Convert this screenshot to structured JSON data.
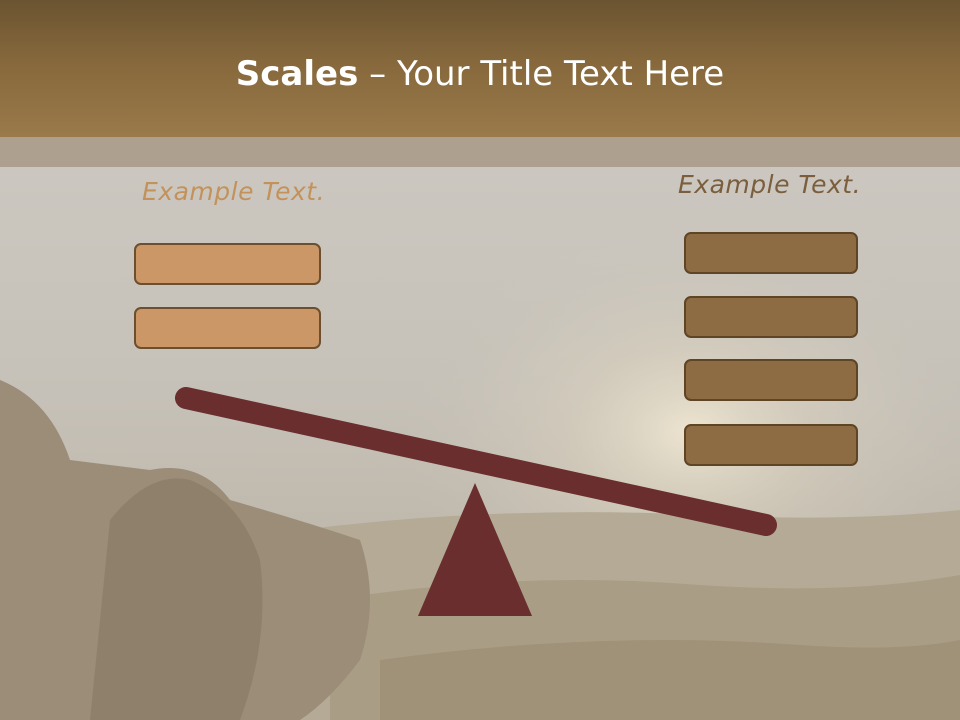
{
  "slide": {
    "title_bold": "Scales",
    "title_rest": " – Your Title Text Here",
    "left_label": "Example Text.",
    "right_label": "Example Text.",
    "left_boxes": [
      "",
      ""
    ],
    "right_boxes": [
      "",
      "",
      "",
      ""
    ]
  },
  "colors": {
    "title_bar": "#86683c",
    "left_box_fill": "#cc9766",
    "right_box_fill": "#8d6b43",
    "beam": "#6a2e2e",
    "fulcrum": "#6a2e2e"
  }
}
